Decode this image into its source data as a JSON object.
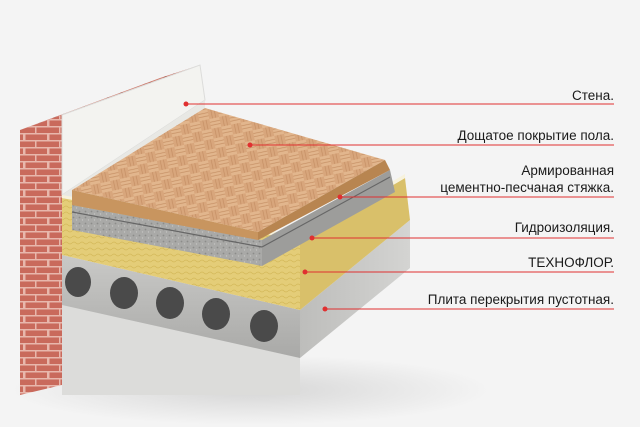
{
  "colors": {
    "background": "#f4f4f4",
    "leader_line": "#e03030",
    "brick": "#c8685a",
    "plaster": "#f2f2ef",
    "insulation": "#e5cf7a",
    "concrete": "#b8b8b6",
    "parquet": "#d9a77c"
  },
  "labels": [
    {
      "id": "wall",
      "lines": [
        "Стена."
      ]
    },
    {
      "id": "floor-covering",
      "lines": [
        "Дощатое покрытие пола."
      ]
    },
    {
      "id": "screed",
      "lines": [
        "Армированная",
        "цементно-песчаная стяжка."
      ]
    },
    {
      "id": "waterproofing",
      "lines": [
        "Гидроизоляция."
      ]
    },
    {
      "id": "technofloor",
      "lines": [
        "ТЕХНОФЛОР."
      ]
    },
    {
      "id": "slab",
      "lines": [
        "Плита перекрытия пустотная."
      ]
    }
  ]
}
